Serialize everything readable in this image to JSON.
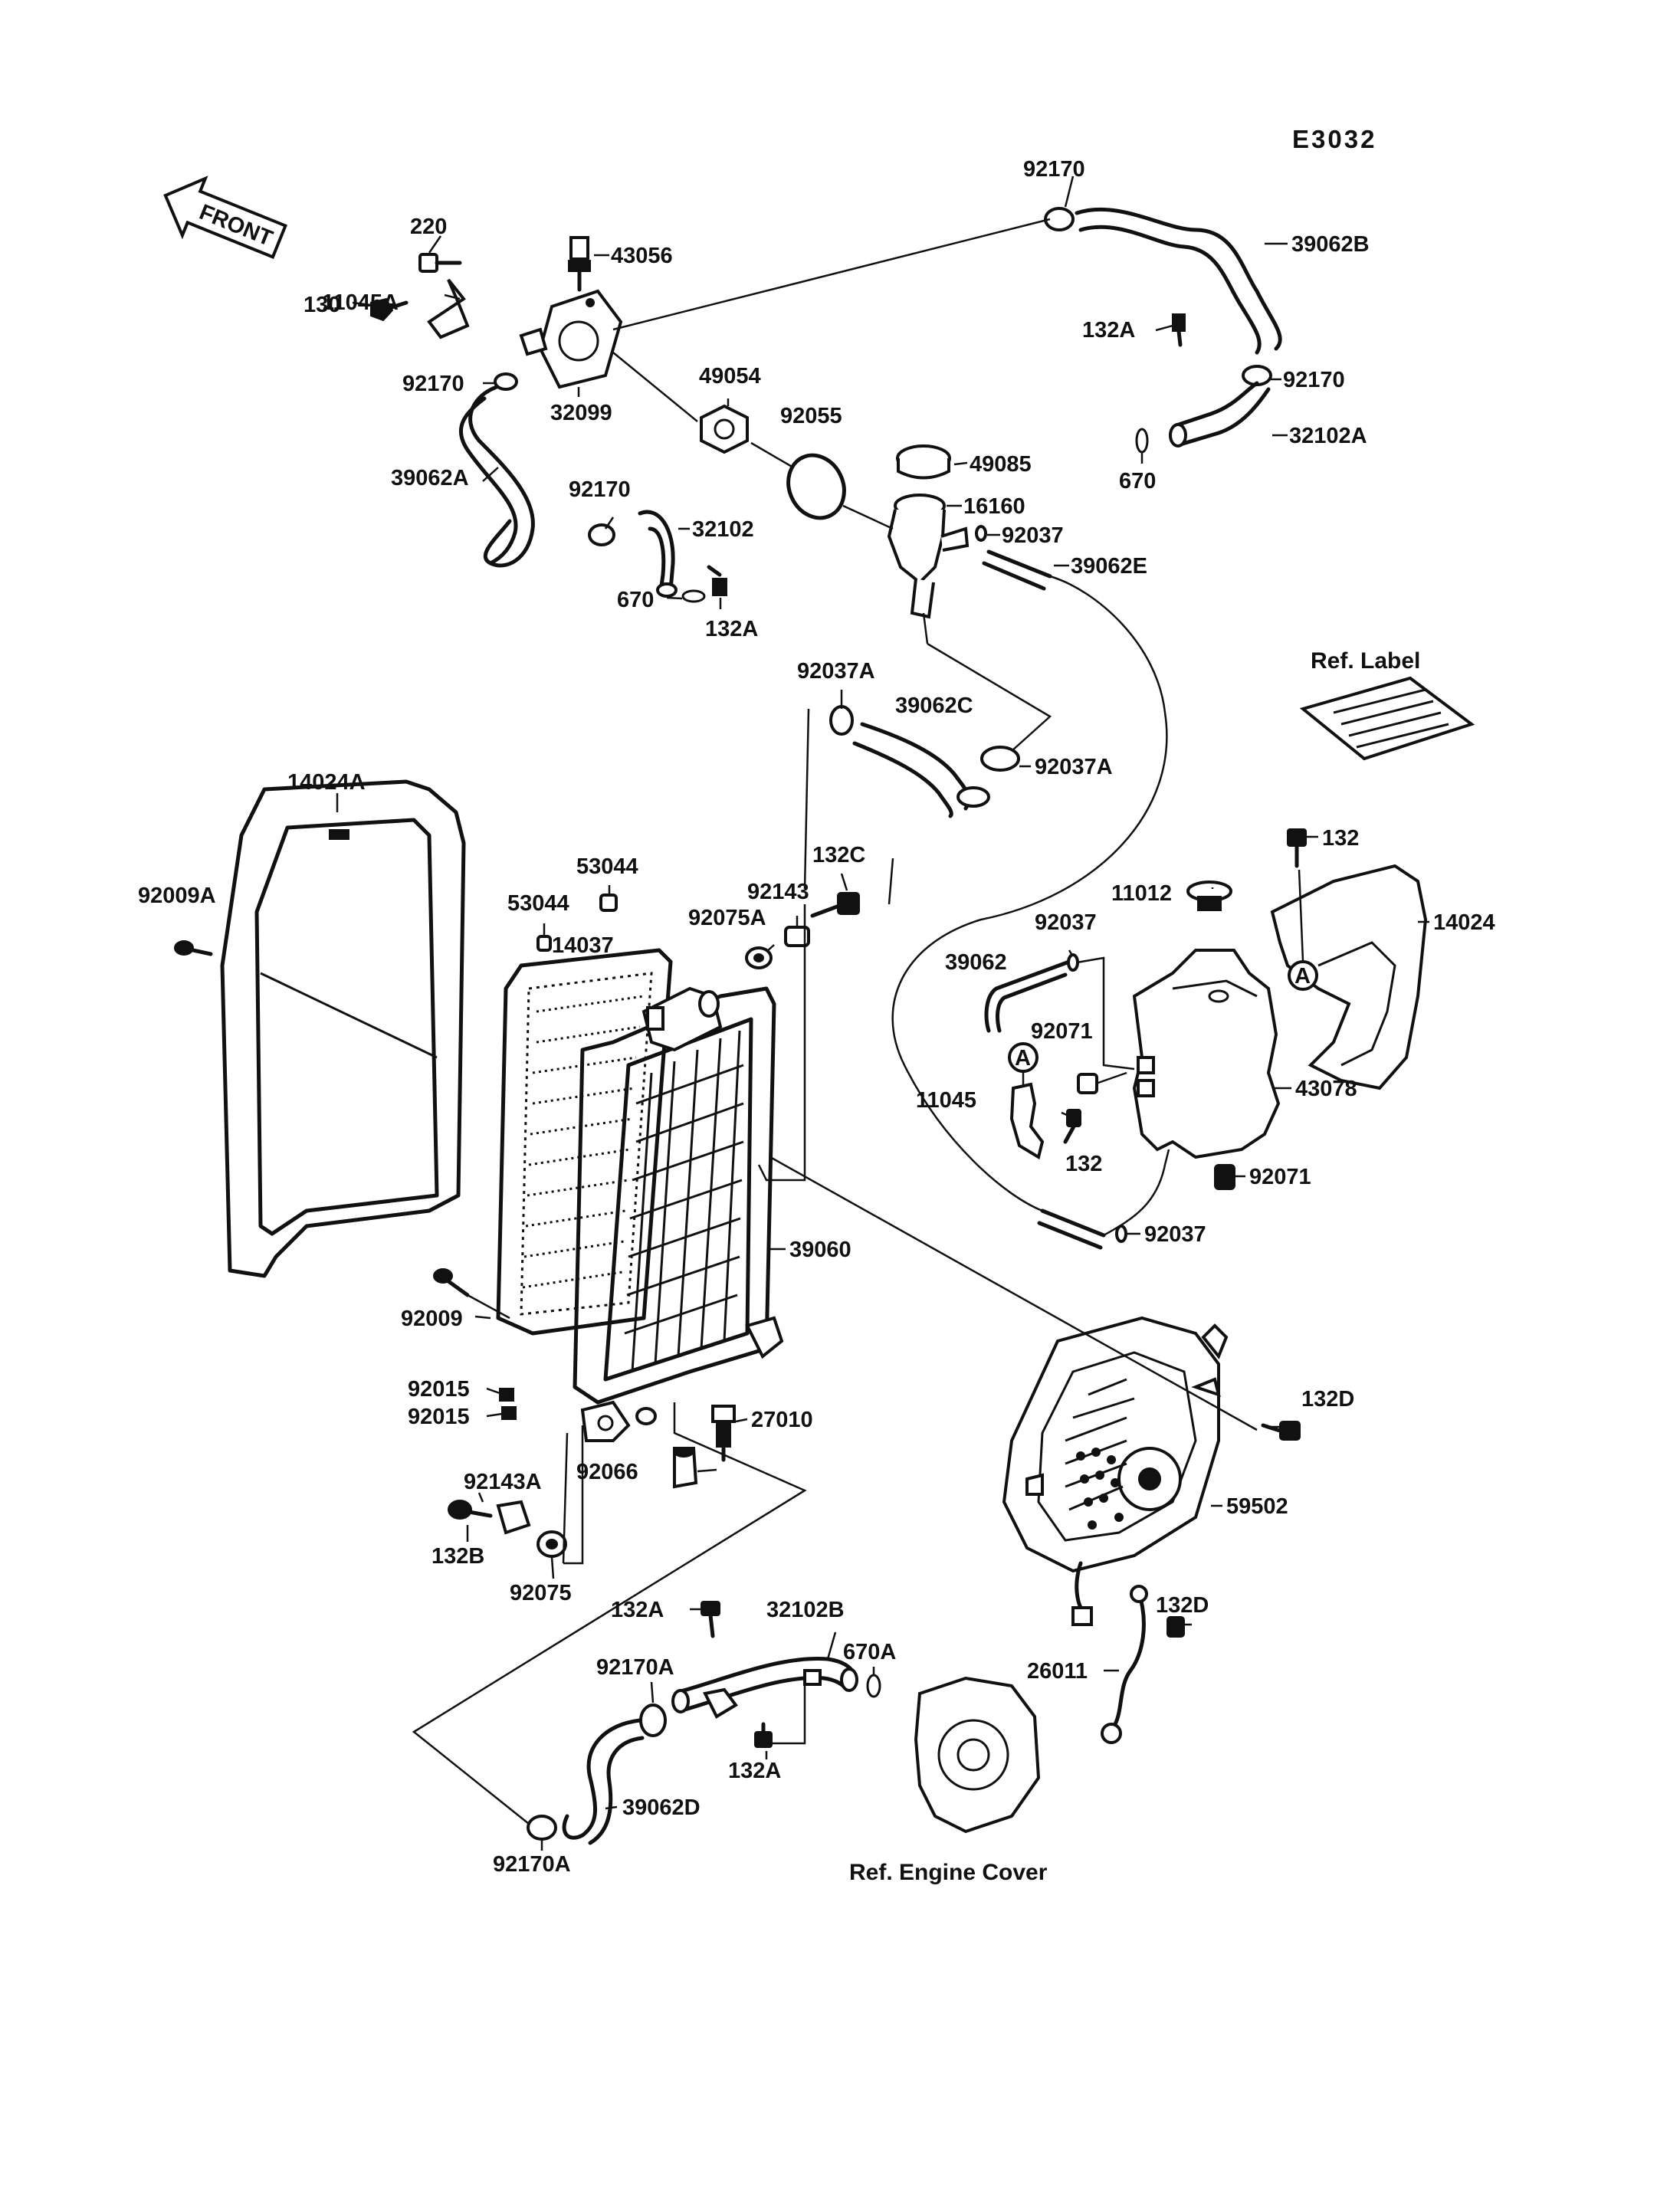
{
  "diagram_code": "E3032",
  "direction_label": "FRONT",
  "reference_labels": {
    "label": "Ref. Label",
    "engine_cover": "Ref. Engine Cover"
  },
  "callout_letter": "A",
  "part_numbers": {
    "p92170_top": "92170",
    "p39062B": "39062B",
    "p220": "220",
    "p43056": "43056",
    "p11045A": "11045A",
    "p130": "130",
    "p92170_left": "92170",
    "p32099": "32099",
    "p49054": "49054",
    "p132A_right": "132A",
    "p92170_right": "92170",
    "p32102A": "32102A",
    "p92055": "92055",
    "p49085": "49085",
    "p670_right": "670",
    "p39062A": "39062A",
    "p92170_mid": "92170",
    "p16160": "16160",
    "p32102": "32102",
    "p92037_top": "92037",
    "p39062E": "39062E",
    "p670_left": "670",
    "p132A_left": "132A",
    "p92037A_top": "92037A",
    "p39062C": "39062C",
    "p92037A_right": "92037A",
    "p14024A": "14024A",
    "p53044_a": "53044",
    "p132C": "132C",
    "p132": "132",
    "p92009A": "92009A",
    "p92143": "92143",
    "p53044_b": "53044",
    "p92075A": "92075A",
    "p11012": "11012",
    "p14024": "14024",
    "p92037_mid": "92037",
    "p14037": "14037",
    "p39062": "39062",
    "p92071_upper": "92071",
    "p43078": "43078",
    "p11045": "11045",
    "p132_small": "132",
    "p92071_lower": "92071",
    "p92037_bottom": "92037",
    "p39060": "39060",
    "p92009": "92009",
    "p92015_a": "92015",
    "p92015_b": "92015",
    "p27010": "27010",
    "p132D_upper": "132D",
    "p92143A": "92143A",
    "p92066": "92066",
    "p59502": "59502",
    "p132B": "132B",
    "p92075": "92075",
    "p132D_lower": "132D",
    "p132A_bottom": "132A",
    "p32102B": "32102B",
    "p670A": "670A",
    "p92170A_upper": "92170A",
    "p26011": "26011",
    "p132A_lower": "132A",
    "p39062D": "39062D",
    "p92170A_lower": "92170A"
  }
}
